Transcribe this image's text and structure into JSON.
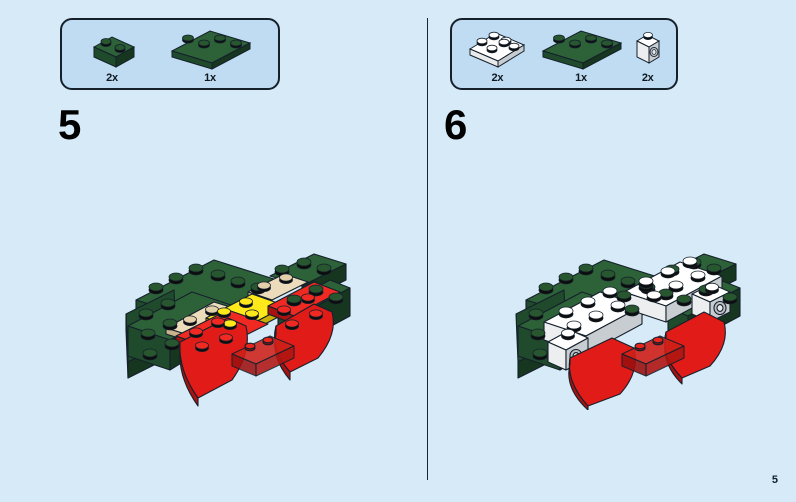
{
  "page": {
    "background_color": "#d6eaf8",
    "page_number": "5",
    "divider_color": "#1b2430"
  },
  "colors": {
    "dark_green": "#1f4a2c",
    "dark_green_top": "#2d6138",
    "dark_green_side": "#16361f",
    "red": "#e01b18",
    "red_top": "#f02a22",
    "red_side": "#a81210",
    "white": "#f2f2f2",
    "white_top": "#ffffff",
    "white_side": "#cfd3d6",
    "yellow": "#f5d908",
    "yellow_top": "#ffe91a",
    "yellow_side": "#c9ae05",
    "tan": "#ddc9a3",
    "tan_top": "#eddcbb",
    "tan_side": "#b9a47f",
    "stud_dark": "#0d0d0d",
    "outline": "#15202b",
    "parts_box_fill": "#bfdcf2",
    "parts_box_border": "#15202b"
  },
  "steps": [
    {
      "id": "step-5",
      "number": "5",
      "parts": [
        {
          "name": "brick-1x2-dark-green",
          "color": "dark_green",
          "quantity": "2x",
          "shape": "brick-1x2"
        },
        {
          "name": "brick-1x4-dark-green",
          "color": "dark_green",
          "quantity": "1x",
          "shape": "brick-1x4"
        }
      ],
      "assembly_caption": "dark green frame with red curved slopes, yellow and tan plates"
    },
    {
      "id": "step-6",
      "number": "6",
      "parts": [
        {
          "name": "brick-2x3-white",
          "color": "white",
          "quantity": "2x",
          "shape": "brick-2x3"
        },
        {
          "name": "brick-1x4-dark-green",
          "color": "dark_green",
          "quantity": "1x",
          "shape": "brick-1x4"
        },
        {
          "name": "brick-1x1-side-stud-white",
          "color": "white",
          "quantity": "2x",
          "shape": "brick-1x1-sidestud"
        }
      ],
      "assembly_caption": "same model with white 2x3 bricks and white side-stud bricks added on top"
    }
  ]
}
